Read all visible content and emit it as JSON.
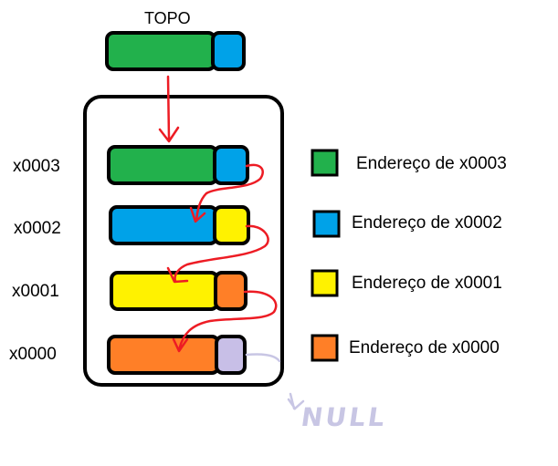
{
  "title": "TOPO",
  "null_label": "NULL",
  "colors": {
    "green": "#22b14c",
    "blue": "#00a2e8",
    "yellow": "#fff200",
    "orange": "#ff7f27",
    "null_pointer": "#c8bfe7",
    "arrow": "#ed1c24",
    "null_line": "#c8c6e4"
  },
  "nodes": [
    {
      "address": "x0003",
      "data_color": "green",
      "pointer_color": "blue"
    },
    {
      "address": "x0002",
      "data_color": "blue",
      "pointer_color": "yellow"
    },
    {
      "address": "x0001",
      "data_color": "yellow",
      "pointer_color": "orange"
    },
    {
      "address": "x0000",
      "data_color": "orange",
      "pointer_color": "null_pointer"
    }
  ],
  "legend": [
    {
      "color": "green",
      "label": "Endereço de x0003"
    },
    {
      "color": "blue",
      "label": "Endereço de x0002"
    },
    {
      "color": "yellow",
      "label": "Endereço de x0001"
    },
    {
      "color": "orange",
      "label": "Endereço de x0000"
    }
  ]
}
